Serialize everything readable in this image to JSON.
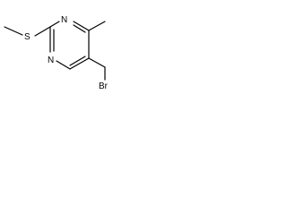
{
  "molecule": {
    "atoms": {
      "sulfur": "S",
      "nitrogen_1": "N",
      "nitrogen_3": "N",
      "bromine": "Br"
    }
  }
}
